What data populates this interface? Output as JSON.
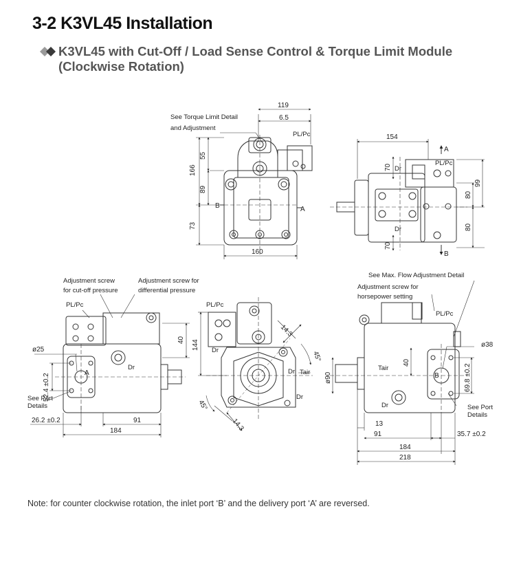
{
  "header": {
    "title": "3-2 K3VL45 Installation",
    "subtitle_line1": "K3VL45 with Cut-Off / Load Sense Control & Torque Limit Module",
    "subtitle_line2": "(Clockwise Rotation)"
  },
  "top_left_view": {
    "callout_torque_1": "See Torque Limit Detail",
    "callout_torque_2": "and Adjustment",
    "port_plpc": "PL/Pc",
    "port_a": "A",
    "port_b": "B",
    "dim_119": "119",
    "dim_6_5": "6.5",
    "dim_166": "166",
    "dim_55": "55",
    "dim_89": "89",
    "dim_73": "73",
    "dim_160": "160"
  },
  "top_right_view": {
    "port_a": "A",
    "port_b": "B",
    "port_plpc": "PL/Pc",
    "drain_1": "Dr",
    "drain_2": "Dr",
    "dim_154": "154",
    "dim_70_top": "70",
    "dim_70_bottom": "70",
    "dim_80_a": "80",
    "dim_99": "99",
    "dim_80_b": "80"
  },
  "bottom_left_view": {
    "callout_cutoff_1": "Adjustment screw",
    "callout_cutoff_2": "for cut-off pressure",
    "callout_diff_1": "Adjustment screw for",
    "callout_diff_2": "differential pressure",
    "port_plpc": "PL/Pc",
    "port_a": "A",
    "drain": "Dr",
    "dim_phi25": "ø25",
    "dim_52_4": "52.4 ±0.2",
    "see_port_1": "See Port",
    "see_port_2": "Details",
    "dim_26_2": "26.2 ±0.2",
    "dim_91": "91",
    "dim_184": "184",
    "dim_40": "40"
  },
  "bottom_middle_view": {
    "port_plpc": "PL/Pc",
    "drain_1": "Dr",
    "drain_2": "Dr",
    "drain_3": "Dr",
    "tair": "Tair",
    "dim_144": "144",
    "dim_14_3_top": "14.3",
    "dim_14_3_bottom": "14.3",
    "dim_45_right": "45°",
    "dim_45_left": "45°"
  },
  "bottom_right_view": {
    "callout_flow": "See Max. Flow Adjustment Detail",
    "callout_hp_1": "Adjustment screw for",
    "callout_hp_2": "horsepower setting",
    "port_plpc": "PL/Pc",
    "port_b": "B",
    "tair": "Tair",
    "drain": "Dr",
    "dim_phi38": "ø38",
    "dim_phi90": "ø90",
    "dim_40": "40",
    "dim_69_8": "69.8 ±0.2",
    "see_port_1": "See Port",
    "see_port_2": "Details",
    "dim_13": "13",
    "dim_91": "91",
    "dim_35_7": "35.7 ±0.2",
    "dim_184": "184",
    "dim_218": "218"
  },
  "footer": {
    "note": "Note: for counter clockwise rotation, the inlet port ‘B’ and the delivery port ‘A’ are reversed."
  }
}
